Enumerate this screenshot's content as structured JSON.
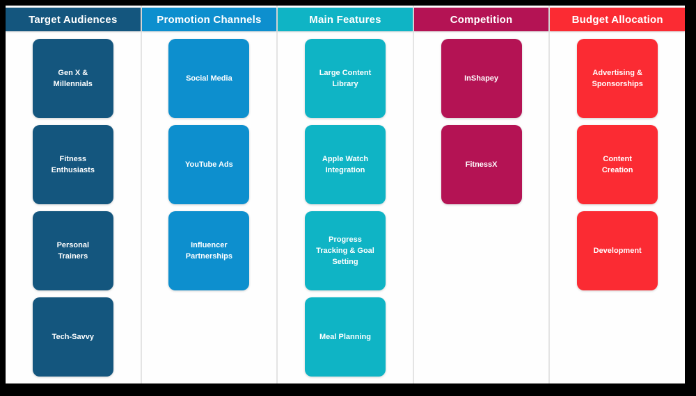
{
  "board": {
    "frame_color": "#000000",
    "background_color": "#fefefe",
    "separator_color": "#e4e4e4",
    "text_color": "#ffffff",
    "columns": [
      {
        "id": "target-audiences",
        "title": "Target Audiences",
        "color": "#14567E",
        "cards": [
          {
            "label": "Gen X & Millennials",
            "lines": [
              "Gen X &",
              "Millennials"
            ]
          },
          {
            "label": "Fitness Enthusiasts",
            "lines": [
              "Fitness",
              "Enthusiasts"
            ]
          },
          {
            "label": "Personal Trainers",
            "lines": [
              "Personal",
              "Trainers"
            ]
          },
          {
            "label": "Tech-Savvy",
            "lines": [
              "Tech-Savvy"
            ]
          }
        ]
      },
      {
        "id": "promotion-channels",
        "title": "Promotion Channels",
        "color": "#0D8FCE",
        "cards": [
          {
            "label": "Social Media",
            "lines": [
              "Social Media"
            ]
          },
          {
            "label": "YouTube Ads",
            "lines": [
              "YouTube Ads"
            ]
          },
          {
            "label": "Influencer Partnerships",
            "lines": [
              "Influencer",
              "Partnerships"
            ]
          }
        ]
      },
      {
        "id": "main-features",
        "title": "Main Features",
        "color": "#0FB4C5",
        "cards": [
          {
            "label": "Large Content Library",
            "lines": [
              "Large Content",
              "Library"
            ]
          },
          {
            "label": "Apple Watch Integration",
            "lines": [
              "Apple Watch",
              "Integration"
            ]
          },
          {
            "label": "Progress Tracking & Goal Setting",
            "lines": [
              "Progress",
              "Tracking & Goal",
              "Setting"
            ]
          },
          {
            "label": "Meal Planning",
            "lines": [
              "Meal Planning"
            ]
          }
        ]
      },
      {
        "id": "competition",
        "title": "Competition",
        "color": "#B41354",
        "cards": [
          {
            "label": "InShapey",
            "lines": [
              "InShapey"
            ]
          },
          {
            "label": "FitnessX",
            "lines": [
              "FitnessX"
            ]
          }
        ]
      },
      {
        "id": "budget-allocation",
        "title": "Budget Allocation",
        "color": "#FB2B33",
        "cards": [
          {
            "label": "Advertising & Sponsorships",
            "lines": [
              "Advertising &",
              "Sponsorships"
            ]
          },
          {
            "label": "Content Creation",
            "lines": [
              "Content",
              "Creation"
            ]
          },
          {
            "label": "Development",
            "lines": [
              "Development"
            ]
          }
        ]
      }
    ]
  }
}
